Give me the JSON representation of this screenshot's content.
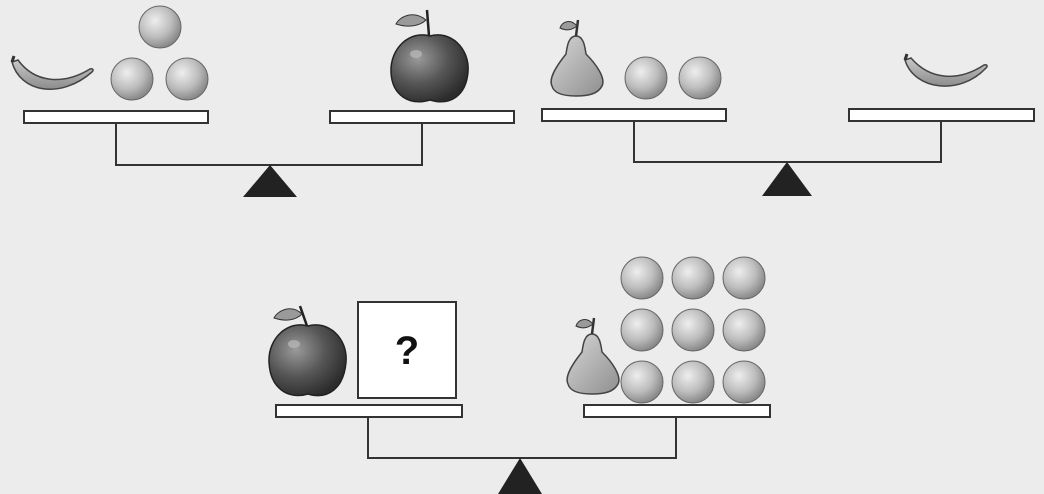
{
  "puzzle": {
    "unknown_label": "?",
    "colors": {
      "background": "#ececec",
      "outline": "#333333",
      "plank_fill": "#ffffff",
      "fulcrum": "#222222",
      "ball": "#bdbdbd",
      "fruit_dark": "#5a5a5a",
      "pear": "#bfbfbf",
      "banana": "#a9a9a9"
    },
    "scales": [
      {
        "name": "scale-1",
        "left_pan": [
          "banana",
          "ball",
          "ball",
          "ball"
        ],
        "right_pan": [
          "apple"
        ]
      },
      {
        "name": "scale-2",
        "left_pan": [
          "pear",
          "ball",
          "ball"
        ],
        "right_pan": [
          "banana"
        ]
      },
      {
        "name": "scale-3",
        "left_pan": [
          "apple",
          "unknown-box"
        ],
        "right_pan": [
          "pear",
          "ball",
          "ball",
          "ball",
          "ball",
          "ball",
          "ball",
          "ball",
          "ball",
          "ball"
        ]
      }
    ]
  }
}
